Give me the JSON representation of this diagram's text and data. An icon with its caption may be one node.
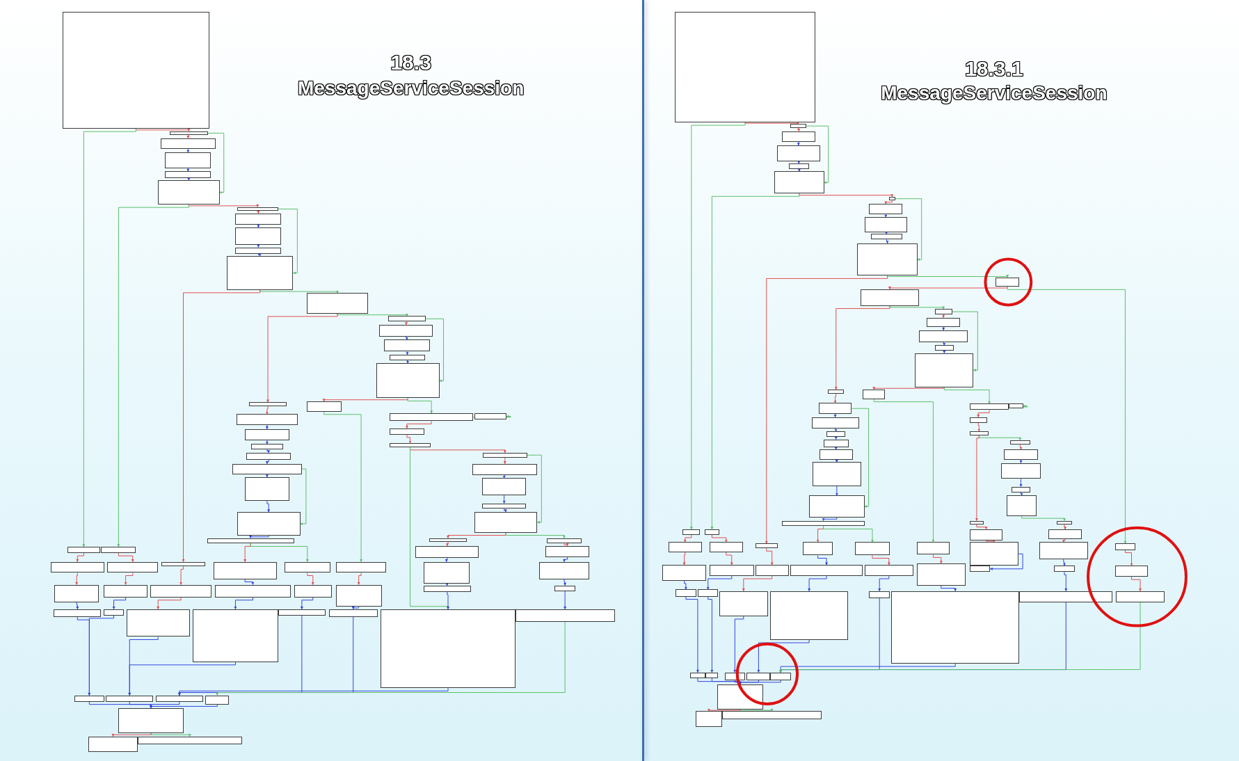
{
  "diagram": {
    "nodes": [
      {
        "text": [],
        "shape": "box"
      },
      {
        "text": [],
        "shape": "box"
      },
      {
        "text": [],
        "shape": "box"
      },
      {
        "text": [],
        "shape": "box"
      },
      {
        "text": [],
        "shape": "box"
      },
      {
        "text": [],
        "shape": "box"
      },
      {
        "text": [],
        "shape": "box"
      },
      {
        "text": [],
        "shape": "box"
      },
      {
        "text": [],
        "shape": "box"
      },
      {
        "text": [],
        "shape": "box"
      },
      {
        "text": [],
        "shape": "box"
      },
      {
        "text": [],
        "shape": "box"
      },
      {
        "text": [],
        "shape": "box"
      },
      {
        "text": [],
        "shape": "box"
      },
      {
        "text": [],
        "shape": "box"
      },
      {
        "text": [],
        "shape": "box"
      },
      {
        "text": [],
        "shape": "box"
      },
      {
        "text": [],
        "shape": "box"
      },
      {
        "text": [],
        "shape": "box"
      },
      {
        "text": [],
        "shape": "box"
      },
      {
        "text": [],
        "shape": "box"
      },
      {
        "text": [],
        "shape": "box"
      },
      {
        "text": [],
        "shape": "box"
      },
      {
        "text": [],
        "shape": "box"
      },
      {
        "text": [],
        "shape": "box"
      },
      {
        "text": [],
        "shape": "box"
      },
      {
        "text": [],
        "shape": "box"
      },
      {
        "text": [],
        "shape": "box"
      },
      {
        "text": [],
        "shape": "box"
      },
      {
        "text": [],
        "shape": "box"
      },
      {
        "text": [],
        "shape": "box"
      },
      {
        "text": [],
        "shape": "box"
      },
      {
        "text": [],
        "shape": "box"
      },
      {
        "text": [],
        "shape": "box"
      },
      {
        "text": [],
        "shape": "box"
      },
      {
        "text": [],
        "shape": "box"
      },
      {
        "text": [],
        "shape": "box"
      },
      {
        "text": [],
        "shape": "box"
      },
      {
        "text": [],
        "shape": "box"
      },
      {
        "text": [],
        "shape": "box"
      },
      {
        "text": [],
        "shape": "box"
      },
      {
        "text": [],
        "shape": "box"
      },
      {
        "text": [],
        "shape": "box"
      },
      {
        "text": [],
        "shape": "box"
      },
      {
        "text": [],
        "shape": "box"
      },
      {
        "text": [],
        "shape": "box"
      },
      {
        "text": [],
        "shape": "box"
      },
      {
        "text": [],
        "shape": "box"
      },
      {
        "text": [],
        "shape": "box"
      },
      {
        "text": [],
        "shape": "box"
      },
      {
        "text": [],
        "shape": "box"
      },
      {
        "text": [],
        "shape": "box"
      },
      {
        "text": [],
        "shape": "box"
      },
      {
        "text": [],
        "shape": "box"
      },
      {
        "text": [],
        "shape": "box"
      },
      {
        "text": [],
        "shape": "box"
      },
      {
        "text": [],
        "shape": "box"
      },
      {
        "text": [],
        "shape": "box"
      },
      {
        "text": [],
        "shape": "box"
      },
      {
        "text": [],
        "shape": "box"
      },
      {
        "text": [],
        "shape": "box"
      },
      {
        "text": [],
        "shape": "box"
      },
      {
        "text": [],
        "shape": "box"
      },
      {
        "text": [],
        "shape": "box"
      },
      {
        "text": [],
        "shape": "box"
      },
      {
        "text": [],
        "shape": "box"
      },
      {
        "text": [],
        "shape": "box"
      },
      {
        "text": [],
        "shape": "box"
      },
      {
        "text": [],
        "shape": "box"
      },
      {
        "text": [],
        "shape": "box"
      },
      {
        "text": [],
        "shape": "box"
      },
      {
        "text": [],
        "shape": "box"
      },
      {
        "text": [],
        "shape": "box"
      },
      {
        "text": [],
        "shape": "box"
      },
      {
        "text": [],
        "shape": "box"
      },
      {
        "text": [],
        "shape": "box"
      },
      {
        "text": [],
        "shape": "box"
      },
      {
        "text": [],
        "shape": "box"
      },
      {
        "text": [],
        "shape": "box"
      },
      {
        "text": [],
        "shape": "box"
      },
      {
        "text": [],
        "shape": "box"
      },
      {
        "text": [],
        "shape": "box"
      },
      {
        "text": [],
        "shape": "box"
      },
      {
        "text": [],
        "shape": "box"
      },
      {
        "text": [],
        "shape": "box"
      },
      {
        "text": [],
        "shape": "box"
      },
      {
        "text": [],
        "shape": "box"
      },
      {
        "text": [],
        "shape": "box"
      },
      {
        "text": [],
        "shape": "box"
      },
      {
        "text": [],
        "shape": "box"
      },
      {
        "text": [],
        "shape": "box"
      },
      {
        "text": [],
        "shape": "box"
      },
      {
        "text": [],
        "shape": "box"
      },
      {
        "text": [],
        "shape": "box"
      },
      {
        "text": [],
        "shape": "box"
      },
      {
        "text": [],
        "shape": "box"
      },
      {
        "text": [],
        "shape": "box"
      },
      {
        "text": [],
        "shape": "box"
      },
      {
        "text": [],
        "shape": "box"
      },
      {
        "text": [],
        "shape": "box"
      },
      {
        "text": [],
        "shape": "box"
      },
      {
        "text": [],
        "shape": "box"
      },
      {
        "text": [],
        "shape": "box"
      },
      {
        "text": [],
        "shape": "box"
      },
      {
        "text": [],
        "shape": "box"
      },
      {
        "text": [],
        "shape": "box"
      },
      {
        "text": [],
        "shape": "box"
      },
      {
        "text": [],
        "shape": "box"
      },
      {
        "text": [],
        "shape": "box"
      },
      {
        "text": [],
        "shape": "box"
      },
      {
        "text": [],
        "shape": "box"
      },
      {
        "text": [],
        "shape": "box"
      },
      {
        "text": [],
        "shape": "box"
      },
      {
        "text": [],
        "shape": "box"
      },
      {
        "text": [],
        "shape": "box"
      },
      {
        "text": [],
        "shape": "box"
      },
      {
        "text": [],
        "shape": "box"
      },
      {
        "text": [],
        "shape": "box"
      },
      {
        "text": [],
        "shape": "box"
      },
      {
        "text": [],
        "shape": "box"
      },
      {
        "text": [],
        "shape": "box"
      },
      {
        "text": [],
        "shape": "box"
      },
      {
        "text": [],
        "shape": "box"
      },
      {
        "text": [],
        "shape": "box"
      },
      {
        "text": [],
        "shape": "box"
      },
      {
        "text": [],
        "shape": "box"
      },
      {
        "text": [],
        "shape": "box"
      },
      {
        "text": [],
        "shape": "box"
      },
      {
        "text": [],
        "shape": "box"
      },
      {
        "text": [],
        "shape": "box"
      },
      {
        "text": [],
        "shape": "box"
      },
      {
        "text": [],
        "shape": "box"
      },
      {
        "text": [],
        "shape": "box"
      },
      {
        "text": [],
        "shape": "box"
      },
      {
        "text": [],
        "shape": "box"
      },
      {
        "text": [],
        "shape": "box"
      },
      {
        "text": [],
        "shape": "box"
      },
      {
        "text": [],
        "shape": "box"
      },
      {
        "text": [],
        "shape": "box"
      },
      {
        "text": [],
        "shape": "box"
      },
      {
        "text": [],
        "shape": "box"
      },
      {
        "text": [],
        "shape": "box"
      },
      {
        "text": [],
        "shape": "box"
      },
      {
        "text": [],
        "shape": "box"
      },
      {
        "text": [],
        "shape": "box"
      },
      {
        "text": [],
        "shape": "box"
      },
      {
        "text": [],
        "shape": "box"
      },
      {
        "text": [],
        "shape": "box"
      },
      {
        "text": [],
        "shape": "box"
      },
      {
        "text": [],
        "shape": "box"
      }
    ],
    "edges": [
      {
        "from": 0,
        "to": 1,
        "arrow": "to",
        "color": "#e05050"
      },
      {
        "from": 0,
        "to": 44,
        "arrow": "to",
        "color": "#5cbf6a"
      },
      {
        "from": 1,
        "to": 2,
        "arrow": "to",
        "color": "#e05050"
      },
      {
        "from": 2,
        "to": 3,
        "arrow": "to",
        "color": "#3344dd"
      },
      {
        "from": 3,
        "to": 4,
        "arrow": "to",
        "color": "#3344dd"
      },
      {
        "from": 4,
        "to": 5,
        "arrow": "to",
        "color": "#3344dd"
      },
      {
        "from": 1,
        "to": 5,
        "arrow": "to",
        "color": "#5cbf6a"
      },
      {
        "from": 5,
        "to": 6,
        "arrow": "to",
        "color": "#e05050"
      },
      {
        "from": 5,
        "to": 45,
        "arrow": "to",
        "color": "#5cbf6a"
      },
      {
        "from": 6,
        "to": 7,
        "arrow": "to",
        "color": "#e05050"
      },
      {
        "from": 7,
        "to": 8,
        "arrow": "to",
        "color": "#3344dd"
      },
      {
        "from": 8,
        "to": 9,
        "arrow": "to",
        "color": "#3344dd"
      },
      {
        "from": 9,
        "to": 10,
        "arrow": "to",
        "color": "#3344dd"
      },
      {
        "from": 6,
        "to": 10,
        "arrow": "to",
        "color": "#5cbf6a"
      },
      {
        "from": 10,
        "to": 11,
        "arrow": "to",
        "color": "#5cbf6a"
      },
      {
        "from": 10,
        "to": 48,
        "arrow": "to",
        "color": "#e05050"
      },
      {
        "from": 11,
        "to": 12,
        "arrow": "to",
        "color": "#5cbf6a"
      },
      {
        "from": 11,
        "to": 18,
        "arrow": "to",
        "color": "#e05050"
      },
      {
        "from": 12,
        "to": 13,
        "arrow": "to",
        "color": "#e05050"
      },
      {
        "from": 13,
        "to": 14,
        "arrow": "to",
        "color": "#3344dd"
      },
      {
        "from": 14,
        "to": 15,
        "arrow": "to",
        "color": "#3344dd"
      },
      {
        "from": 15,
        "to": 16,
        "arrow": "to",
        "color": "#3344dd"
      },
      {
        "from": 12,
        "to": 16,
        "arrow": "to",
        "color": "#5cbf6a"
      },
      {
        "from": 16,
        "to": 17,
        "arrow": "to",
        "color": "#e05050"
      },
      {
        "from": 16,
        "to": 27,
        "arrow": "to",
        "color": "#5cbf6a"
      },
      {
        "from": 18,
        "to": 19,
        "arrow": "to",
        "color": "#e05050"
      },
      {
        "from": 19,
        "to": 20,
        "arrow": "to",
        "color": "#3344dd"
      },
      {
        "from": 20,
        "to": 21,
        "arrow": "to",
        "color": "#3344dd"
      },
      {
        "from": 21,
        "to": 22,
        "arrow": "to",
        "color": "#3344dd"
      },
      {
        "from": 22,
        "to": 23,
        "arrow": "to",
        "color": "#3344dd"
      },
      {
        "from": 23,
        "to": 24,
        "arrow": "to",
        "color": "#3344dd"
      },
      {
        "from": 24,
        "to": 25,
        "arrow": "to",
        "color": "#3344dd"
      },
      {
        "from": 23,
        "to": 25,
        "arrow": "to",
        "color": "#5cbf6a"
      },
      {
        "from": 25,
        "to": 26,
        "arrow": "to",
        "color": "#3344dd"
      },
      {
        "from": 26,
        "to": 49,
        "arrow": "to",
        "color": "#e05050"
      },
      {
        "from": 26,
        "to": 50,
        "arrow": "to",
        "color": "#5cbf6a"
      },
      {
        "from": 17,
        "to": 51,
        "arrow": "to",
        "color": "#5cbf6a"
      },
      {
        "from": 27,
        "to": 28,
        "arrow": "to",
        "color": "#5cbf6a"
      },
      {
        "from": 27,
        "to": 29,
        "arrow": "to",
        "color": "#e05050"
      },
      {
        "from": 29,
        "to": 30,
        "arrow": "to",
        "color": "#e05050"
      },
      {
        "from": 30,
        "to": 31,
        "arrow": "to",
        "color": "#e05050"
      },
      {
        "from": 30,
        "to": 64,
        "arrow": "to",
        "color": "#5cbf6a"
      },
      {
        "from": 31,
        "to": 32,
        "arrow": "to",
        "color": "#e05050"
      },
      {
        "from": 32,
        "to": 33,
        "arrow": "to",
        "color": "#3344dd"
      },
      {
        "from": 33,
        "to": 34,
        "arrow": "to",
        "color": "#3344dd"
      },
      {
        "from": 34,
        "to": 35,
        "arrow": "to",
        "color": "#3344dd"
      },
      {
        "from": 31,
        "to": 35,
        "arrow": "to",
        "color": "#5cbf6a"
      },
      {
        "from": 35,
        "to": 36,
        "arrow": "to",
        "color": "#e05050"
      },
      {
        "from": 35,
        "to": 40,
        "arrow": "to",
        "color": "#5cbf6a"
      },
      {
        "from": 36,
        "to": 37,
        "arrow": "to",
        "color": "#e05050"
      },
      {
        "from": 37,
        "to": 38,
        "arrow": "to",
        "color": "#3344dd"
      },
      {
        "from": 38,
        "to": 39,
        "arrow": "to",
        "color": "#3344dd"
      },
      {
        "from": 39,
        "to": 64,
        "arrow": "to",
        "color": "#3344dd"
      },
      {
        "from": 40,
        "to": 41,
        "arrow": "to",
        "color": "#e05050"
      },
      {
        "from": 41,
        "to": 42,
        "arrow": "to",
        "color": "#3344dd"
      },
      {
        "from": 42,
        "to": 43,
        "arrow": "to",
        "color": "#3344dd"
      },
      {
        "from": 43,
        "to": 65,
        "arrow": "to",
        "color": "#3344dd"
      },
      {
        "from": 44,
        "to": 46,
        "arrow": "to",
        "color": "#e05050"
      },
      {
        "from": 45,
        "to": 47,
        "arrow": "to",
        "color": "#e05050"
      },
      {
        "from": 46,
        "to": 52,
        "arrow": "to",
        "color": "#e05050"
      },
      {
        "from": 47,
        "to": 53,
        "arrow": "to",
        "color": "#e05050"
      },
      {
        "from": 48,
        "to": 54,
        "arrow": "to",
        "color": "#e05050"
      },
      {
        "from": 49,
        "to": 55,
        "arrow": "to",
        "color": "#3344dd"
      },
      {
        "from": 50,
        "to": 56,
        "arrow": "to",
        "color": "#e05050"
      },
      {
        "from": 51,
        "to": 57,
        "arrow": "to",
        "color": "#e05050"
      },
      {
        "from": 52,
        "to": 58,
        "arrow": "to",
        "color": "#3344dd"
      },
      {
        "from": 53,
        "to": 59,
        "arrow": "to",
        "color": "#3344dd"
      },
      {
        "from": 54,
        "to": 60,
        "arrow": "to",
        "color": "#e05050"
      },
      {
        "from": 55,
        "to": 61,
        "arrow": "to",
        "color": "#3344dd"
      },
      {
        "from": 56,
        "to": 62,
        "arrow": "to",
        "color": "#3344dd"
      },
      {
        "from": 57,
        "to": 63,
        "arrow": "to",
        "color": "#3344dd"
      },
      {
        "from": 58,
        "to": 66,
        "arrow": "to",
        "color": "#3344dd"
      },
      {
        "from": 59,
        "to": 66,
        "arrow": "to",
        "color": "#3344dd"
      },
      {
        "from": 60,
        "to": 67,
        "arrow": "to",
        "color": "#3344dd"
      },
      {
        "from": 61,
        "to": 67,
        "arrow": "to",
        "color": "#3344dd"
      },
      {
        "from": 62,
        "to": 68,
        "arrow": "to",
        "color": "#3344dd"
      },
      {
        "from": 63,
        "to": 68,
        "arrow": "to",
        "color": "#3344dd"
      },
      {
        "from": 64,
        "to": 68,
        "arrow": "to",
        "color": "#3344dd"
      },
      {
        "from": 65,
        "to": 69,
        "arrow": "to",
        "color": "#5cbf6a"
      },
      {
        "from": 66,
        "to": 70,
        "arrow": "to",
        "color": "#3344dd"
      },
      {
        "from": 67,
        "to": 70,
        "arrow": "to",
        "color": "#3344dd"
      },
      {
        "from": 68,
        "to": 70,
        "arrow": "to",
        "color": "#3344dd"
      },
      {
        "from": 69,
        "to": 70,
        "arrow": "to",
        "color": "#3344dd"
      },
      {
        "from": 70,
        "to": 71,
        "arrow": "to",
        "color": "#e05050"
      },
      {
        "from": 70,
        "to": 72,
        "arrow": "to",
        "color": "#5cbf6a"
      },
      {
        "from": 73,
        "to": 74,
        "arrow": "to",
        "color": "#e05050"
      },
      {
        "from": 73,
        "to": 112,
        "arrow": "to",
        "color": "#5cbf6a"
      },
      {
        "from": 74,
        "to": 75,
        "arrow": "to",
        "color": "#e05050"
      },
      {
        "from": 75,
        "to": 76,
        "arrow": "to",
        "color": "#3344dd"
      },
      {
        "from": 76,
        "to": 77,
        "arrow": "to",
        "color": "#3344dd"
      },
      {
        "from": 77,
        "to": 78,
        "arrow": "to",
        "color": "#3344dd"
      },
      {
        "from": 74,
        "to": 78,
        "arrow": "to",
        "color": "#5cbf6a"
      },
      {
        "from": 78,
        "to": 79,
        "arrow": "to",
        "color": "#e05050"
      },
      {
        "from": 78,
        "to": 113,
        "arrow": "to",
        "color": "#5cbf6a"
      },
      {
        "from": 79,
        "to": 80,
        "arrow": "to",
        "color": "#e05050"
      },
      {
        "from": 80,
        "to": 81,
        "arrow": "to",
        "color": "#3344dd"
      },
      {
        "from": 81,
        "to": 82,
        "arrow": "to",
        "color": "#3344dd"
      },
      {
        "from": 82,
        "to": 83,
        "arrow": "to",
        "color": "#3344dd"
      },
      {
        "from": 79,
        "to": 83,
        "arrow": "to",
        "color": "#5cbf6a"
      },
      {
        "from": 83,
        "to": 84,
        "arrow": "to",
        "color": "#5cbf6a"
      },
      {
        "from": 83,
        "to": 116,
        "arrow": "to",
        "color": "#e05050"
      },
      {
        "from": 84,
        "to": 85,
        "arrow": "to",
        "color": "#e05050"
      },
      {
        "from": 84,
        "to": 122,
        "arrow": "to",
        "color": "#5cbf6a"
      },
      {
        "from": 85,
        "to": 86,
        "arrow": "to",
        "color": "#5cbf6a"
      },
      {
        "from": 85,
        "to": 91,
        "arrow": "to",
        "color": "#e05050"
      },
      {
        "from": 86,
        "to": 87,
        "arrow": "to",
        "color": "#e05050"
      },
      {
        "from": 87,
        "to": 88,
        "arrow": "to",
        "color": "#3344dd"
      },
      {
        "from": 88,
        "to": 89,
        "arrow": "to",
        "color": "#3344dd"
      },
      {
        "from": 89,
        "to": 90,
        "arrow": "to",
        "color": "#3344dd"
      },
      {
        "from": 86,
        "to": 90,
        "arrow": "to",
        "color": "#5cbf6a"
      },
      {
        "from": 90,
        "to": 92,
        "arrow": "to",
        "color": "#e05050"
      },
      {
        "from": 90,
        "to": 101,
        "arrow": "to",
        "color": "#5cbf6a"
      },
      {
        "from": 91,
        "to": 93,
        "arrow": "to",
        "color": "#e05050"
      },
      {
        "from": 93,
        "to": 94,
        "arrow": "to",
        "color": "#3344dd"
      },
      {
        "from": 94,
        "to": 95,
        "arrow": "to",
        "color": "#3344dd"
      },
      {
        "from": 95,
        "to": 96,
        "arrow": "to",
        "color": "#3344dd"
      },
      {
        "from": 96,
        "to": 97,
        "arrow": "to",
        "color": "#3344dd"
      },
      {
        "from": 97,
        "to": 98,
        "arrow": "to",
        "color": "#3344dd"
      },
      {
        "from": 98,
        "to": 99,
        "arrow": "to",
        "color": "#3344dd"
      },
      {
        "from": 99,
        "to": 100,
        "arrow": "to",
        "color": "#3344dd"
      },
      {
        "from": 93,
        "to": 99,
        "arrow": "to",
        "color": "#5cbf6a"
      },
      {
        "from": 100,
        "to": 117,
        "arrow": "to",
        "color": "#e05050"
      },
      {
        "from": 100,
        "to": 118,
        "arrow": "to",
        "color": "#5cbf6a"
      },
      {
        "from": 92,
        "to": 119,
        "arrow": "to",
        "color": "#5cbf6a"
      },
      {
        "from": 101,
        "to": 102,
        "arrow": "to",
        "color": "#5cbf6a"
      },
      {
        "from": 101,
        "to": 103,
        "arrow": "to",
        "color": "#e05050"
      },
      {
        "from": 103,
        "to": 104,
        "arrow": "to",
        "color": "#e05050"
      },
      {
        "from": 104,
        "to": 105,
        "arrow": "to",
        "color": "#5cbf6a"
      },
      {
        "from": 104,
        "to": 110,
        "arrow": "to",
        "color": "#e05050"
      },
      {
        "from": 105,
        "to": 106,
        "arrow": "to",
        "color": "#e05050"
      },
      {
        "from": 106,
        "to": 107,
        "arrow": "to",
        "color": "#3344dd"
      },
      {
        "from": 107,
        "to": 108,
        "arrow": "to",
        "color": "#3344dd"
      },
      {
        "from": 108,
        "to": 109,
        "arrow": "to",
        "color": "#3344dd"
      },
      {
        "from": 109,
        "to": 111,
        "arrow": "to",
        "color": "#5cbf6a"
      },
      {
        "from": 110,
        "to": 120,
        "arrow": "to",
        "color": "#e05050"
      },
      {
        "from": 111,
        "to": 121,
        "arrow": "to",
        "color": "#e05050"
      },
      {
        "from": 112,
        "to": 114,
        "arrow": "to",
        "color": "#e05050"
      },
      {
        "from": 113,
        "to": 115,
        "arrow": "to",
        "color": "#e05050"
      },
      {
        "from": 114,
        "to": 123,
        "arrow": "to",
        "color": "#e05050"
      },
      {
        "from": 115,
        "to": 124,
        "arrow": "to",
        "color": "#e05050"
      },
      {
        "from": 116,
        "to": 125,
        "arrow": "to",
        "color": "#e05050"
      },
      {
        "from": 117,
        "to": 126,
        "arrow": "to",
        "color": "#3344dd"
      },
      {
        "from": 118,
        "to": 127,
        "arrow": "to",
        "color": "#e05050"
      },
      {
        "from": 119,
        "to": 128,
        "arrow": "to",
        "color": "#e05050"
      },
      {
        "from": 120,
        "to": 129,
        "arrow": "to",
        "color": "#e05050"
      },
      {
        "from": 121,
        "to": 130,
        "arrow": "to",
        "color": "#e05050"
      },
      {
        "from": 122,
        "to": 133,
        "arrow": "to",
        "color": "#e05050"
      },
      {
        "from": 129,
        "to": 131,
        "arrow": "to",
        "color": "#3344dd"
      },
      {
        "from": 130,
        "to": 132,
        "arrow": "to",
        "color": "#3344dd"
      },
      {
        "from": 133,
        "to": 141,
        "arrow": "to",
        "color": "#e05050"
      },
      {
        "from": 123,
        "to": 134,
        "arrow": "to",
        "color": "#3344dd"
      },
      {
        "from": 124,
        "to": 135,
        "arrow": "to",
        "color": "#3344dd"
      },
      {
        "from": 125,
        "to": 136,
        "arrow": "to",
        "color": "#e05050"
      },
      {
        "from": 126,
        "to": 137,
        "arrow": "to",
        "color": "#3344dd"
      },
      {
        "from": 127,
        "to": 138,
        "arrow": "to",
        "color": "#3344dd"
      },
      {
        "from": 128,
        "to": 139,
        "arrow": "to",
        "color": "#3344dd"
      },
      {
        "from": 132,
        "to": 140,
        "arrow": "to",
        "color": "#3344dd"
      },
      {
        "from": 134,
        "to": 142,
        "arrow": "to",
        "color": "#3344dd"
      },
      {
        "from": 135,
        "to": 143,
        "arrow": "to",
        "color": "#3344dd"
      },
      {
        "from": 136,
        "to": 144,
        "arrow": "to",
        "color": "#3344dd"
      },
      {
        "from": 137,
        "to": 145,
        "arrow": "to",
        "color": "#3344dd"
      },
      {
        "from": 138,
        "to": 146,
        "arrow": "to",
        "color": "#3344dd"
      },
      {
        "from": 139,
        "to": 146,
        "arrow": "to",
        "color": "#3344dd"
      },
      {
        "from": 140,
        "to": 146,
        "arrow": "to",
        "color": "#3344dd"
      },
      {
        "from": 141,
        "to": 146,
        "arrow": "to",
        "color": "#5cbf6a"
      },
      {
        "from": 142,
        "to": 147,
        "arrow": "to",
        "color": "#3344dd"
      },
      {
        "from": 143,
        "to": 147,
        "arrow": "to",
        "color": "#3344dd"
      },
      {
        "from": 144,
        "to": 147,
        "arrow": "to",
        "color": "#3344dd"
      },
      {
        "from": 145,
        "to": 147,
        "arrow": "to",
        "color": "#3344dd"
      },
      {
        "from": 146,
        "to": 147,
        "arrow": "to",
        "color": "#3344dd"
      },
      {
        "from": 147,
        "to": 148,
        "arrow": "to",
        "color": "#e05050"
      },
      {
        "from": 147,
        "to": 149,
        "arrow": "to",
        "color": "#5cbf6a"
      }
    ],
    "labels": [
      "18.3",
      "MessageServiceSession",
      "18.3.1",
      "MessageServiceSession"
    ]
  }
}
